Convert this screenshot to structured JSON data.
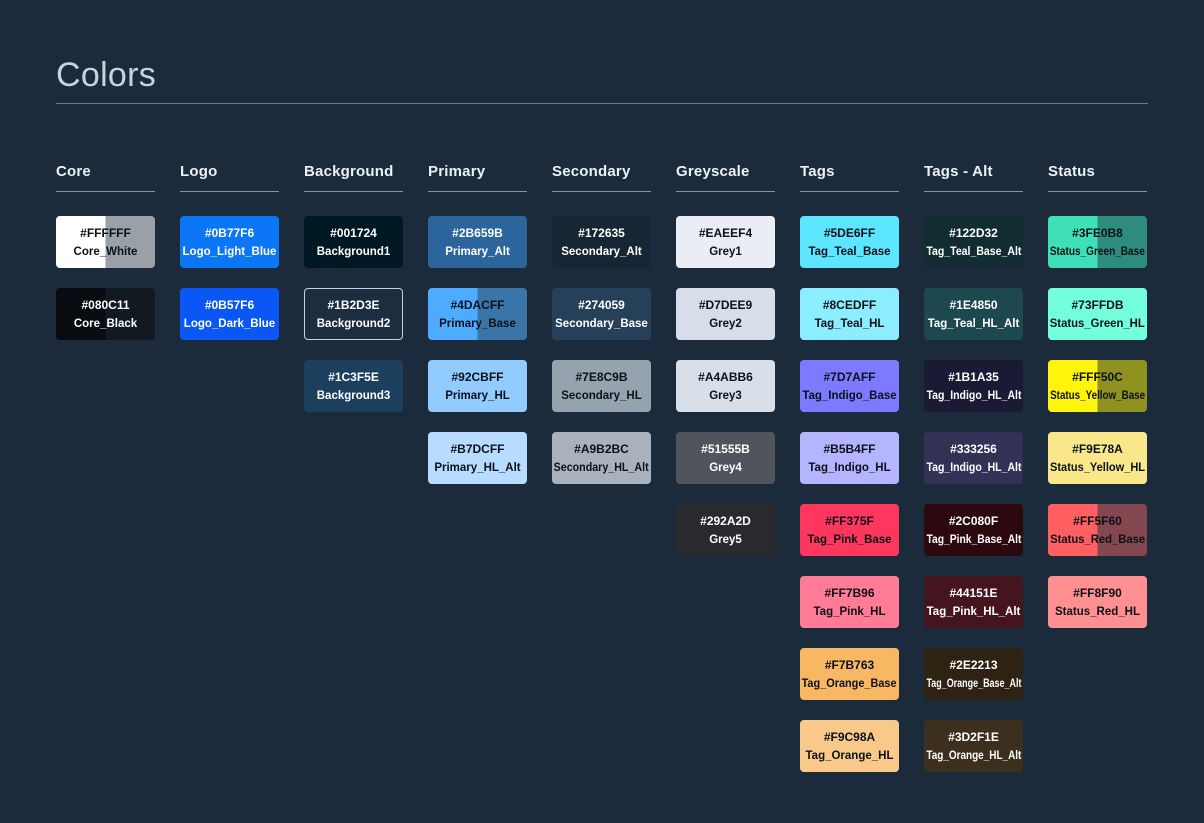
{
  "page": {
    "title": "Colors",
    "background": "#1B2B3B",
    "text_dark": "#0B1118",
    "text_light": "#FFFFFF"
  },
  "columns": [
    {
      "label": "Core",
      "swatches": [
        {
          "hex": "#FFFFFF",
          "name": "Core_White",
          "text": "dark",
          "split_blend": "#99A0A7"
        },
        {
          "hex": "#080C11",
          "name": "Core_Black",
          "text": "light",
          "split_blend": "#131921"
        }
      ]
    },
    {
      "label": "Logo",
      "swatches": [
        {
          "hex": "#0B77F6",
          "name": "Logo_Light_Blue",
          "text": "light"
        },
        {
          "hex": "#0B57F6",
          "name": "Logo_Dark_Blue",
          "text": "light"
        }
      ]
    },
    {
      "label": "Background",
      "swatches": [
        {
          "hex": "#001724",
          "name": "Background1",
          "text": "light"
        },
        {
          "hex": "#1B2D3E",
          "name": "Background2",
          "text": "light",
          "border": "#C6D1DD"
        },
        {
          "hex": "#1C3F5E",
          "name": "Background3",
          "text": "light"
        }
      ]
    },
    {
      "label": "Primary",
      "swatches": [
        {
          "hex": "#2B659B",
          "name": "Primary_Alt",
          "text": "light"
        },
        {
          "hex": "#4DACFF",
          "name": "Primary_Base",
          "text": "dark",
          "split_blend": "#3B74A6"
        },
        {
          "hex": "#92CBFF",
          "name": "Primary_HL",
          "text": "dark"
        },
        {
          "hex": "#B7DCFF",
          "name": "Primary_HL_Alt",
          "text": "dark"
        }
      ]
    },
    {
      "label": "Secondary",
      "swatches": [
        {
          "hex": "#172635",
          "name": "Secondary_Alt",
          "text": "light"
        },
        {
          "hex": "#274059",
          "name": "Secondary_Base",
          "text": "light"
        },
        {
          "hex": "#7E8C9B",
          "name": "Secondary_HL",
          "text": "dark",
          "fill": "#96A2AE"
        },
        {
          "hex": "#A9B2BC",
          "name": "Secondary_HL_Alt",
          "text": "dark"
        }
      ]
    },
    {
      "label": "Greyscale",
      "swatches": [
        {
          "hex": "#EAEEF4",
          "name": "Grey1",
          "text": "dark"
        },
        {
          "hex": "#D7DEE9",
          "name": "Grey2",
          "text": "dark"
        },
        {
          "hex": "#A4ABB6",
          "name": "Grey3",
          "text": "dark",
          "fill": "#D9DFE9"
        },
        {
          "hex": "#51555B",
          "name": "Grey4",
          "text": "light"
        },
        {
          "hex": "#292A2D",
          "name": "Grey5",
          "text": "light"
        }
      ]
    },
    {
      "label": "Tags",
      "swatches": [
        {
          "hex": "#5DE6FF",
          "name": "Tag_Teal_Base",
          "text": "dark"
        },
        {
          "hex": "#8CEDFF",
          "name": "Tag_Teal_HL",
          "text": "dark"
        },
        {
          "hex": "#7D7AFF",
          "name": "Tag_Indigo_Base",
          "text": "dark"
        },
        {
          "hex": "#B5B4FF",
          "name": "Tag_Indigo_HL",
          "text": "dark"
        },
        {
          "hex": "#FF375F",
          "name": "Tag_Pink_Base",
          "text": "dark"
        },
        {
          "hex": "#FF7B96",
          "name": "Tag_Pink_HL",
          "text": "dark"
        },
        {
          "hex": "#F7B763",
          "name": "Tag_Orange_Base",
          "text": "dark"
        },
        {
          "hex": "#F9C98A",
          "name": "Tag_Orange_HL",
          "text": "dark"
        }
      ]
    },
    {
      "label": "Tags - Alt",
      "swatches": [
        {
          "hex": "#122D32",
          "name": "Tag_Teal_Base_Alt",
          "text": "light"
        },
        {
          "hex": "#1E4850",
          "name": "Tag_Teal_HL_Alt",
          "text": "light"
        },
        {
          "hex": "#1B1A35",
          "name": "Tag_Indigo_HL_Alt",
          "text": "light"
        },
        {
          "hex": "#333256",
          "name": "Tag_Indigo_HL_Alt",
          "text": "light"
        },
        {
          "hex": "#2C080F",
          "name": "Tag_Pink_Base_Alt",
          "text": "light"
        },
        {
          "hex": "#44151E",
          "name": "Tag_Pink_HL_Alt",
          "text": "light"
        },
        {
          "hex": "#2E2213",
          "name": "Tag_Orange_Base_Alt",
          "text": "light"
        },
        {
          "hex": "#3D2F1E",
          "name": "Tag_Orange_HL_Alt",
          "text": "light"
        }
      ]
    },
    {
      "label": "Status",
      "swatches": [
        {
          "hex": "#3FE0B8",
          "name": "Status_Green_Base",
          "text": "dark",
          "split_blend": "#2E8C7E"
        },
        {
          "hex": "#73FFDB",
          "name": "Status_Green_HL",
          "text": "dark"
        },
        {
          "hex": "#FFF50C",
          "name": "Status_Yellow_Base",
          "text": "dark",
          "split_blend": "#8F921F"
        },
        {
          "hex": "#F9E78A",
          "name": "Status_Yellow_HL",
          "text": "dark"
        },
        {
          "hex": "#FF5F60",
          "name": "Status_Red_Base",
          "text": "dark",
          "split_blend": "#84464F"
        },
        {
          "hex": "#FF8F90",
          "name": "Status_Red_HL",
          "text": "dark"
        }
      ]
    }
  ]
}
